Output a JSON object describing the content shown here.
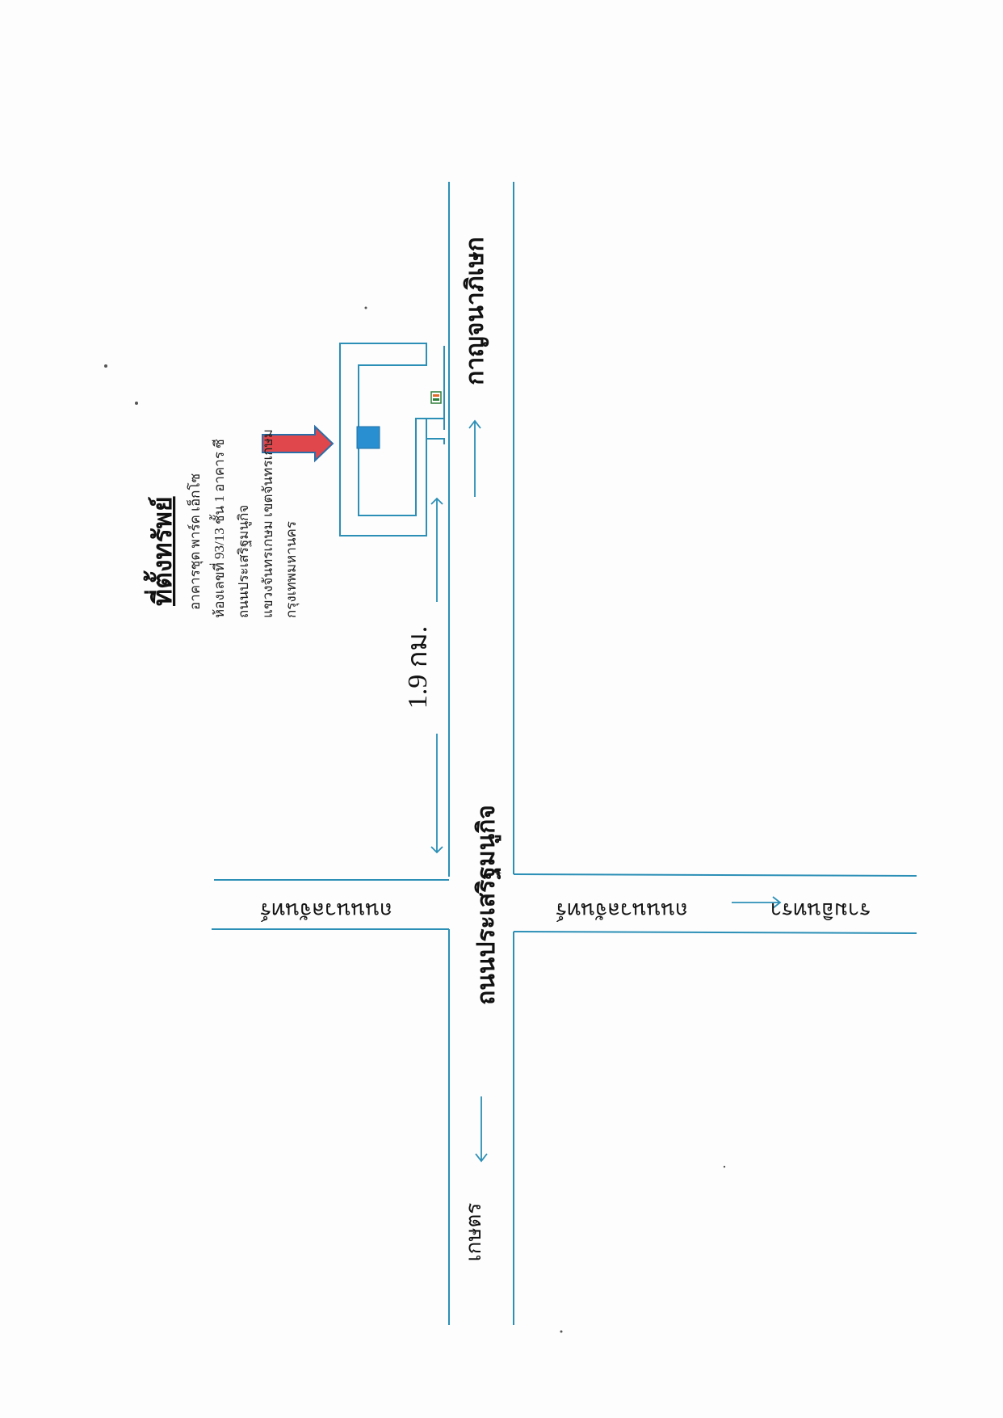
{
  "location": {
    "title": "ที่ตั้งทรัพย์",
    "lines": [
      "อาคารชุด พาร์ค เอ็กโซ",
      "ห้องเลขที่ 93/13 ชั้น 1 อาคาร ซี",
      "ถนนประเสริฐมนูกิจ",
      "แขวงจันทรเกษม เขตจันทรเกษม",
      "กรุงเทพมหานคร"
    ]
  },
  "roads": {
    "main": "ถนนประเสริฐมนูกิจ",
    "kanchanaphisek": "กาญจนาภิเษก",
    "cross_left": "ถนนนวลจันทร์",
    "cross_right": "ถนนนวลจันทร์",
    "toward_kaset": "เกษตร",
    "toward_ramintra": "รามอินทรา"
  },
  "distance": "1.9 กม.",
  "colors": {
    "road": "#2b8fb6",
    "pointer_arrow": "#e0474c",
    "property_marker": "#2a8fd0",
    "store_icon": "#2f7d3a"
  },
  "icons": {
    "pointer": "red-pointer-arrow-icon",
    "store": "convenience-store-icon",
    "property": "property-marker-icon"
  }
}
